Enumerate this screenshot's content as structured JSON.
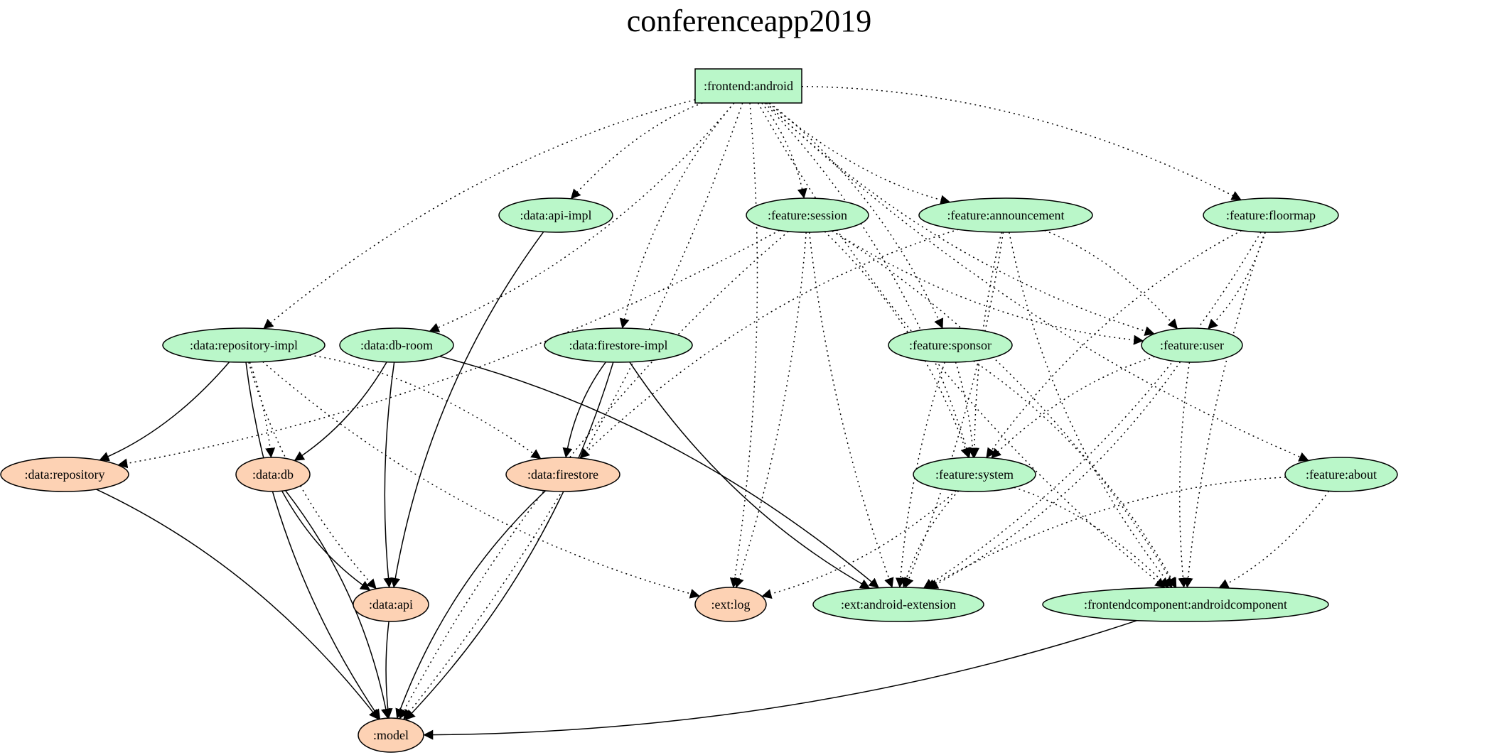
{
  "title": "conferenceapp2019",
  "colors": {
    "android_module": "#baf7c9",
    "kotlin_module": "#fdd2b4",
    "stroke": "#000000"
  },
  "nodes": [
    {
      "id": "frontend-android",
      "label": ":frontend:android",
      "shape": "box",
      "kind": "android_module"
    },
    {
      "id": "data-api-impl",
      "label": ":data:api-impl",
      "shape": "ellipse",
      "kind": "android_module"
    },
    {
      "id": "feature-session",
      "label": ":feature:session",
      "shape": "ellipse",
      "kind": "android_module"
    },
    {
      "id": "feature-announcement",
      "label": ":feature:announcement",
      "shape": "ellipse",
      "kind": "android_module"
    },
    {
      "id": "feature-floormap",
      "label": ":feature:floormap",
      "shape": "ellipse",
      "kind": "android_module"
    },
    {
      "id": "data-repository-impl",
      "label": ":data:repository-impl",
      "shape": "ellipse",
      "kind": "android_module"
    },
    {
      "id": "data-db-room",
      "label": ":data:db-room",
      "shape": "ellipse",
      "kind": "android_module"
    },
    {
      "id": "data-firestore-impl",
      "label": ":data:firestore-impl",
      "shape": "ellipse",
      "kind": "android_module"
    },
    {
      "id": "feature-sponsor",
      "label": ":feature:sponsor",
      "shape": "ellipse",
      "kind": "android_module"
    },
    {
      "id": "feature-user",
      "label": ":feature:user",
      "shape": "ellipse",
      "kind": "android_module"
    },
    {
      "id": "data-repository",
      "label": ":data:repository",
      "shape": "ellipse",
      "kind": "kotlin_module"
    },
    {
      "id": "data-db",
      "label": ":data:db",
      "shape": "ellipse",
      "kind": "kotlin_module"
    },
    {
      "id": "data-firestore",
      "label": ":data:firestore",
      "shape": "ellipse",
      "kind": "kotlin_module"
    },
    {
      "id": "feature-system",
      "label": ":feature:system",
      "shape": "ellipse",
      "kind": "android_module"
    },
    {
      "id": "feature-about",
      "label": ":feature:about",
      "shape": "ellipse",
      "kind": "android_module"
    },
    {
      "id": "data-api",
      "label": ":data:api",
      "shape": "ellipse",
      "kind": "kotlin_module"
    },
    {
      "id": "ext-log",
      "label": ":ext:log",
      "shape": "ellipse",
      "kind": "kotlin_module"
    },
    {
      "id": "ext-android-extension",
      "label": ":ext:android-extension",
      "shape": "ellipse",
      "kind": "android_module"
    },
    {
      "id": "frontendcomponent-androidcomponent",
      "label": ":frontendcomponent:androidcomponent",
      "shape": "ellipse",
      "kind": "android_module"
    },
    {
      "id": "model",
      "label": ":model",
      "shape": "ellipse",
      "kind": "kotlin_module"
    }
  ],
  "edges": [
    {
      "from": "frontend-android",
      "to": "data-api-impl",
      "style": "dotted"
    },
    {
      "from": "frontend-android",
      "to": "feature-session",
      "style": "dotted"
    },
    {
      "from": "frontend-android",
      "to": "feature-announcement",
      "style": "dotted"
    },
    {
      "from": "frontend-android",
      "to": "feature-floormap",
      "style": "dotted"
    },
    {
      "from": "frontend-android",
      "to": "data-repository-impl",
      "style": "dotted"
    },
    {
      "from": "frontend-android",
      "to": "data-db-room",
      "style": "dotted"
    },
    {
      "from": "frontend-android",
      "to": "data-firestore-impl",
      "style": "dotted"
    },
    {
      "from": "frontend-android",
      "to": "feature-sponsor",
      "style": "dotted"
    },
    {
      "from": "frontend-android",
      "to": "feature-user",
      "style": "dotted"
    },
    {
      "from": "frontend-android",
      "to": "feature-system",
      "style": "dotted"
    },
    {
      "from": "frontend-android",
      "to": "feature-about",
      "style": "dotted"
    },
    {
      "from": "frontend-android",
      "to": "ext-log",
      "style": "dotted"
    },
    {
      "from": "frontend-android",
      "to": "frontendcomponent-androidcomponent",
      "style": "dotted"
    },
    {
      "from": "frontend-android",
      "to": "model",
      "style": "dotted"
    },
    {
      "from": "data-api-impl",
      "to": "data-api",
      "style": "solid"
    },
    {
      "from": "feature-session",
      "to": "data-repository",
      "style": "dotted"
    },
    {
      "from": "feature-session",
      "to": "model",
      "style": "dotted"
    },
    {
      "from": "feature-session",
      "to": "ext-log",
      "style": "dotted"
    },
    {
      "from": "feature-session",
      "to": "ext-android-extension",
      "style": "dotted"
    },
    {
      "from": "feature-session",
      "to": "feature-system",
      "style": "dotted"
    },
    {
      "from": "feature-session",
      "to": "feature-user",
      "style": "dotted"
    },
    {
      "from": "feature-session",
      "to": "frontendcomponent-androidcomponent",
      "style": "dotted"
    },
    {
      "from": "feature-announcement",
      "to": "data-firestore",
      "style": "dotted"
    },
    {
      "from": "feature-announcement",
      "to": "feature-user",
      "style": "dotted"
    },
    {
      "from": "feature-announcement",
      "to": "feature-system",
      "style": "dotted"
    },
    {
      "from": "feature-announcement",
      "to": "ext-android-extension",
      "style": "dotted"
    },
    {
      "from": "feature-announcement",
      "to": "frontendcomponent-androidcomponent",
      "style": "dotted"
    },
    {
      "from": "feature-floormap",
      "to": "feature-user",
      "style": "dotted"
    },
    {
      "from": "feature-floormap",
      "to": "feature-system",
      "style": "dotted"
    },
    {
      "from": "feature-floormap",
      "to": "ext-android-extension",
      "style": "dotted"
    },
    {
      "from": "feature-floormap",
      "to": "frontendcomponent-androidcomponent",
      "style": "dotted"
    },
    {
      "from": "data-repository-impl",
      "to": "data-repository",
      "style": "solid"
    },
    {
      "from": "data-repository-impl",
      "to": "model",
      "style": "solid"
    },
    {
      "from": "data-repository-impl",
      "to": "data-db",
      "style": "dotted"
    },
    {
      "from": "data-repository-impl",
      "to": "data-api",
      "style": "dotted"
    },
    {
      "from": "data-repository-impl",
      "to": "data-firestore",
      "style": "dotted"
    },
    {
      "from": "data-repository-impl",
      "to": "ext-log",
      "style": "dotted"
    },
    {
      "from": "data-db-room",
      "to": "data-db",
      "style": "solid"
    },
    {
      "from": "data-db-room",
      "to": "data-api",
      "style": "solid"
    },
    {
      "from": "data-db-room",
      "to": "ext-android-extension",
      "style": "solid"
    },
    {
      "from": "data-firestore-impl",
      "to": "data-firestore",
      "style": "solid"
    },
    {
      "from": "data-firestore-impl",
      "to": "model",
      "style": "solid"
    },
    {
      "from": "data-firestore-impl",
      "to": "ext-android-extension",
      "style": "solid"
    },
    {
      "from": "feature-sponsor",
      "to": "feature-system",
      "style": "dotted"
    },
    {
      "from": "feature-sponsor",
      "to": "ext-android-extension",
      "style": "dotted"
    },
    {
      "from": "feature-sponsor",
      "to": "frontendcomponent-androidcomponent",
      "style": "dotted"
    },
    {
      "from": "feature-user",
      "to": "feature-system",
      "style": "dotted"
    },
    {
      "from": "feature-user",
      "to": "ext-android-extension",
      "style": "dotted"
    },
    {
      "from": "feature-user",
      "to": "frontendcomponent-androidcomponent",
      "style": "dotted"
    },
    {
      "from": "data-repository",
      "to": "model",
      "style": "solid"
    },
    {
      "from": "data-db",
      "to": "data-api",
      "style": "solid"
    },
    {
      "from": "data-db",
      "to": "model",
      "style": "solid"
    },
    {
      "from": "data-firestore",
      "to": "model",
      "style": "solid"
    },
    {
      "from": "feature-system",
      "to": "ext-log",
      "style": "dotted"
    },
    {
      "from": "feature-system",
      "to": "ext-android-extension",
      "style": "dotted"
    },
    {
      "from": "feature-system",
      "to": "frontendcomponent-androidcomponent",
      "style": "dotted"
    },
    {
      "from": "feature-about",
      "to": "ext-android-extension",
      "style": "dotted"
    },
    {
      "from": "feature-about",
      "to": "frontendcomponent-androidcomponent",
      "style": "dotted"
    },
    {
      "from": "data-api",
      "to": "model",
      "style": "solid"
    },
    {
      "from": "frontendcomponent-androidcomponent",
      "to": "model",
      "style": "solid"
    }
  ]
}
